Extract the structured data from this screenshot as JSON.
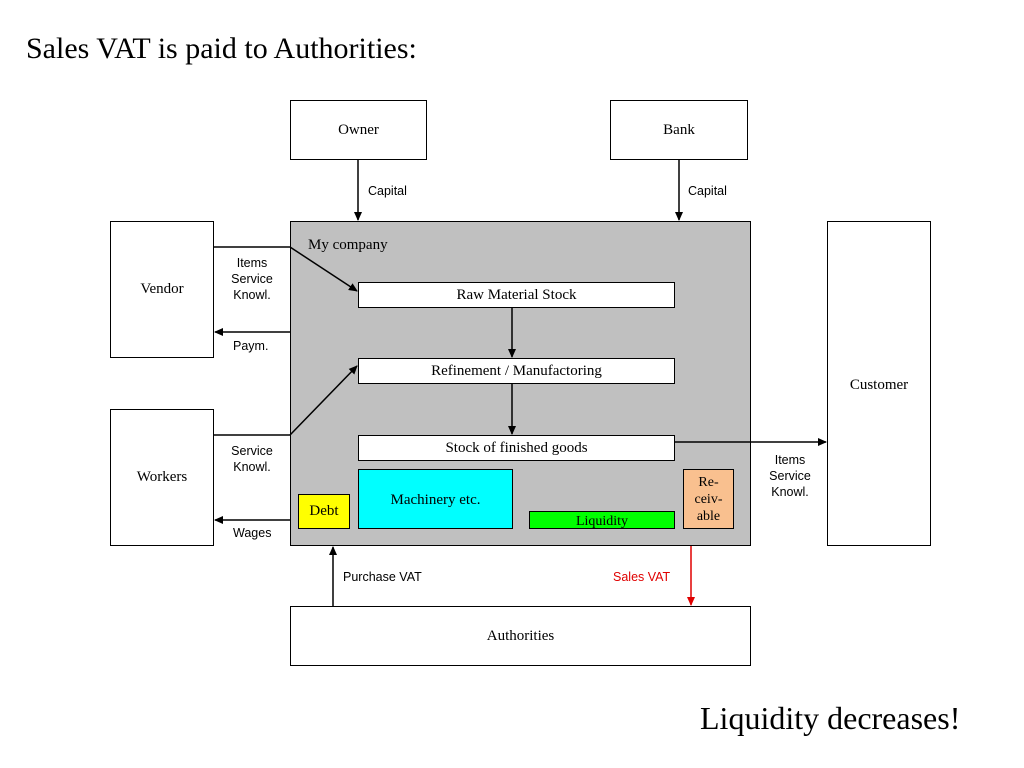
{
  "title": "Sales VAT is paid to Authorities:",
  "footer": "Liquidity decreases!",
  "nodes": {
    "owner": "Owner",
    "bank": "Bank",
    "vendor": "Vendor",
    "workers": "Workers",
    "customer": "Customer",
    "authorities": "Authorities",
    "company": "My company",
    "raw_material": "Raw Material Stock",
    "refinement": "Refinement / Manufactoring",
    "finished_goods": "Stock of finished goods",
    "machinery": "Machinery etc.",
    "debt": "Debt",
    "liquidity": "Liquidity",
    "receivable": [
      "Re-",
      "ceiv-",
      "able"
    ]
  },
  "edge_labels": {
    "owner_capital": "Capital",
    "bank_capital": "Capital",
    "vendor_items": [
      "Items",
      "Service",
      "Knowl."
    ],
    "vendor_paym": "Paym.",
    "workers_service": [
      "Service",
      "Knowl."
    ],
    "workers_wages": "Wages",
    "customer_items": [
      "Items",
      "Service",
      "Knowl."
    ],
    "purchase_vat": "Purchase VAT",
    "sales_vat": "Sales VAT"
  },
  "colors": {
    "company_bg": "#c0c0c0",
    "machinery": "#00ffff",
    "debt": "#ffff00",
    "liquidity": "#00ff00",
    "receivable": "#f9c08f",
    "sales_vat_arrow": "#e00000"
  }
}
